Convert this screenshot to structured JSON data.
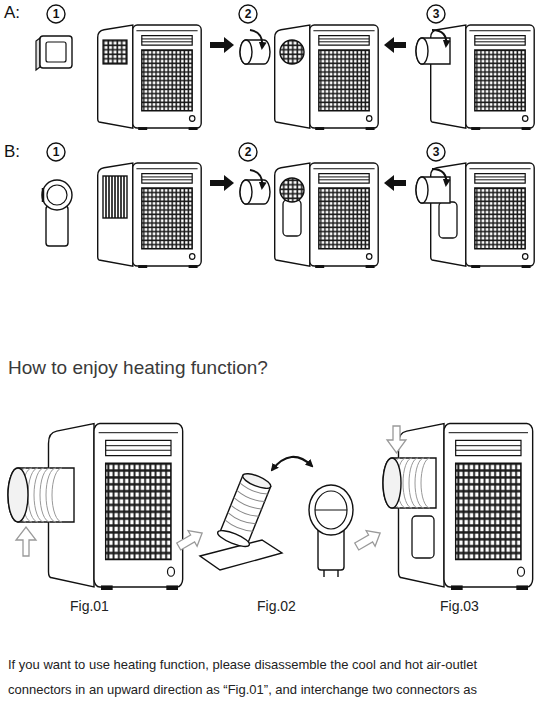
{
  "diagram": {
    "title": "How to enjoy heating function?",
    "labels": [
      "A:",
      "1",
      "2",
      "3",
      "B:",
      "1",
      "2",
      "3",
      "Fig.01",
      "Fig.02",
      "Fig.03",
      "If you want to use heating function, please disassemble the cool and hot air-outlet connectors in an upward direction as “Fig.01”, and interchange two connectors as"
    ]
  }
}
